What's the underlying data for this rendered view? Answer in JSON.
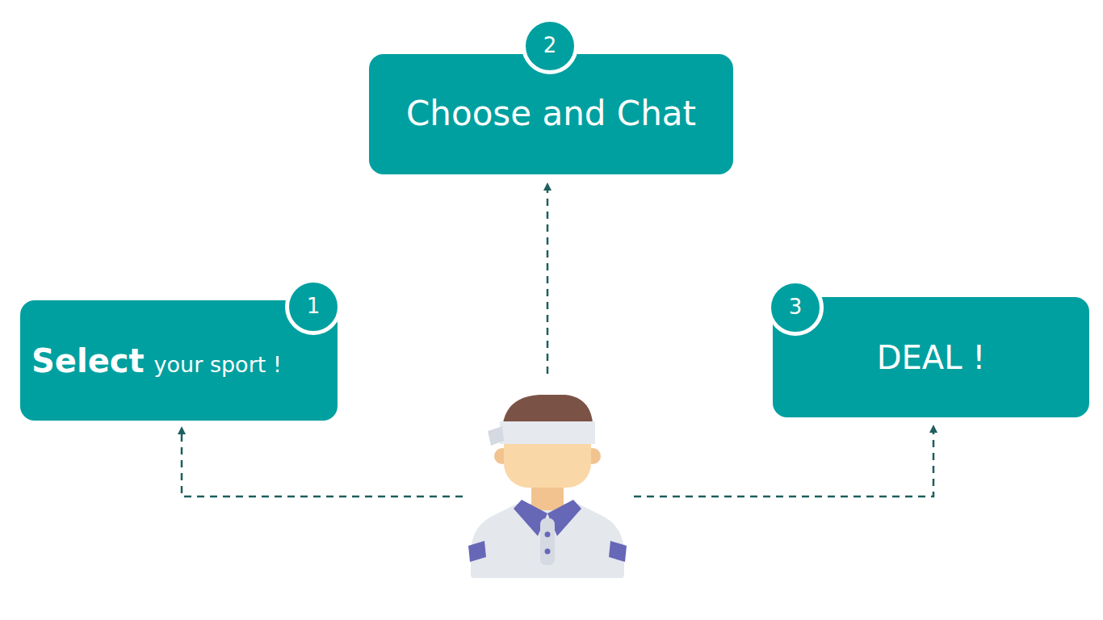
{
  "diagram": {
    "nodes": [
      {
        "text": [
          "1"
        ]
      },
      {
        "text": [
          "Select",
          "your sport !"
        ]
      },
      {
        "text": [
          "2"
        ]
      },
      {
        "text": [
          "Choose and Chat"
        ]
      },
      {
        "text": [
          "3"
        ]
      },
      {
        "text": [
          "DEAL !"
        ]
      }
    ]
  }
}
